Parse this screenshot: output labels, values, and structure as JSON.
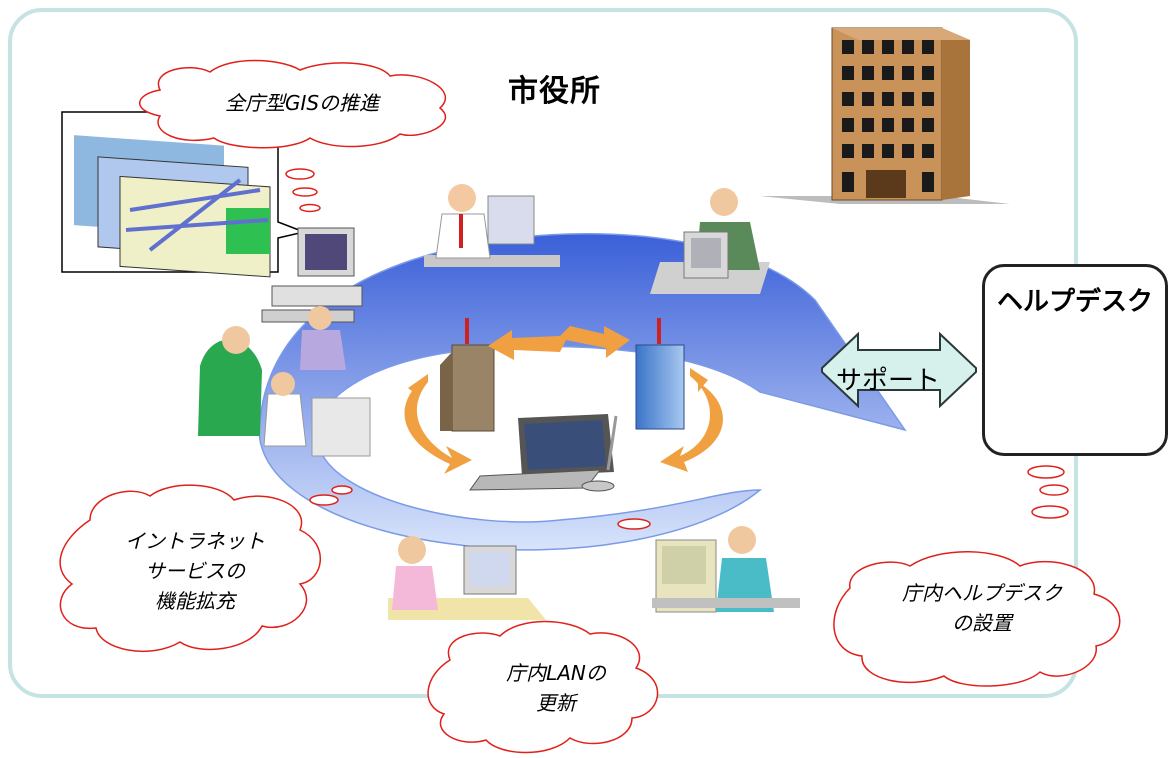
{
  "title": "市役所",
  "support_label": "サポート",
  "helpdesk": {
    "title": "ヘルプデスク"
  },
  "clouds": {
    "gis": "全庁型GISの推進",
    "intranet": [
      "イントラネット",
      "サービスの",
      "機能拡充"
    ],
    "lan": [
      "庁内LANの",
      "更新"
    ],
    "helpdesk_setup": [
      "庁内ヘルプデスク",
      "の設置"
    ]
  },
  "colors": {
    "frame": "#c5e3e3",
    "ring": "#5b7fe0",
    "cloud": "#e0201a",
    "arrow": "#f0a040",
    "support_fill": "#d6f0ec"
  }
}
